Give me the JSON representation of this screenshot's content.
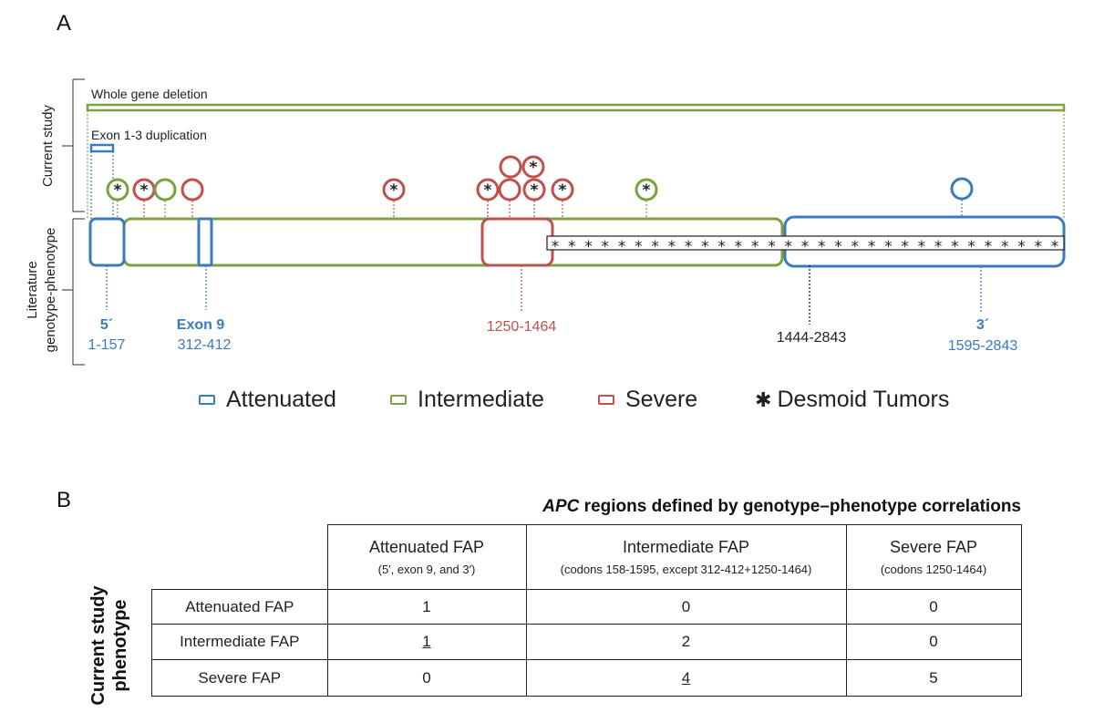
{
  "panel_a": {
    "letter": "A",
    "section_labels": {
      "current_study": "Current study",
      "literature_line1": "Literature",
      "literature_line2": "genotype-phenotype"
    },
    "bar_labels": {
      "whole_gene_deletion": "Whole gene deletion",
      "exon_duplication": "Exon 1-3 duplication"
    },
    "region_labels": [
      {
        "name": "5´",
        "range": "1-157"
      },
      {
        "name": "Exon 9",
        "range": "312-412"
      },
      {
        "name": "",
        "range": "1250-1464"
      },
      {
        "name": "",
        "range": "1444-2843"
      },
      {
        "name": "3´",
        "range": "1595-2843"
      }
    ],
    "star_glyph": "*",
    "desmoid_star_count": 31,
    "colors": {
      "attenuated": "#3a7bbf",
      "intermediate": "#7ba23f",
      "severe": "#c0504d",
      "desmoid": "#222222"
    }
  },
  "legend": {
    "attenuated": "Attenuated",
    "intermediate": "Intermediate",
    "severe": "Severe",
    "desmoid": "Desmoid Tumors",
    "desmoid_symbol": "✱"
  },
  "panel_b": {
    "letter": "B",
    "title_italic": "APC",
    "title_rest": " regions defined by genotype–phenotype correlations",
    "row_axis_line1": "Current study",
    "row_axis_line2": "phenotype",
    "columns": [
      {
        "title": "Attenuated FAP",
        "sub": "(5′, exon 9, and 3′)"
      },
      {
        "title": "Intermediate FAP",
        "sub": "(codons 158-1595, except 312-412+1250-1464)"
      },
      {
        "title": "Severe FAP",
        "sub": "(codons 1250-1464)"
      }
    ],
    "rows": [
      {
        "label": "Attenuated FAP",
        "values": [
          "1",
          "0",
          "0"
        ]
      },
      {
        "label": "Intermediate FAP",
        "values": [
          "1",
          "2",
          "0"
        ]
      },
      {
        "label": "Severe FAP",
        "values": [
          "0",
          "4",
          "5"
        ]
      }
    ]
  }
}
